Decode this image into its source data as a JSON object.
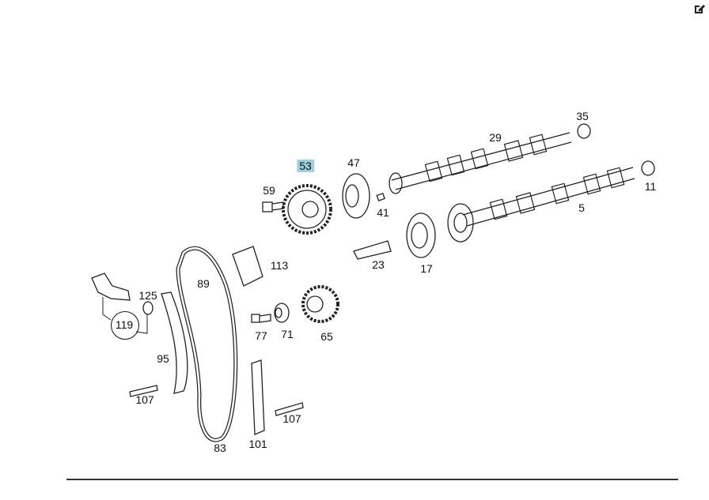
{
  "toolbar": {
    "edit_icon": "pencil-square-icon"
  },
  "highlight_color": "#9fd0e0",
  "diagram": {
    "selected_part": "53",
    "labels": [
      "35",
      "29",
      "53",
      "47",
      "59",
      "11",
      "41",
      "5",
      "113",
      "23",
      "17",
      "89",
      "125",
      "119",
      "77",
      "71",
      "65",
      "95",
      "107",
      "107",
      "83",
      "101"
    ]
  }
}
